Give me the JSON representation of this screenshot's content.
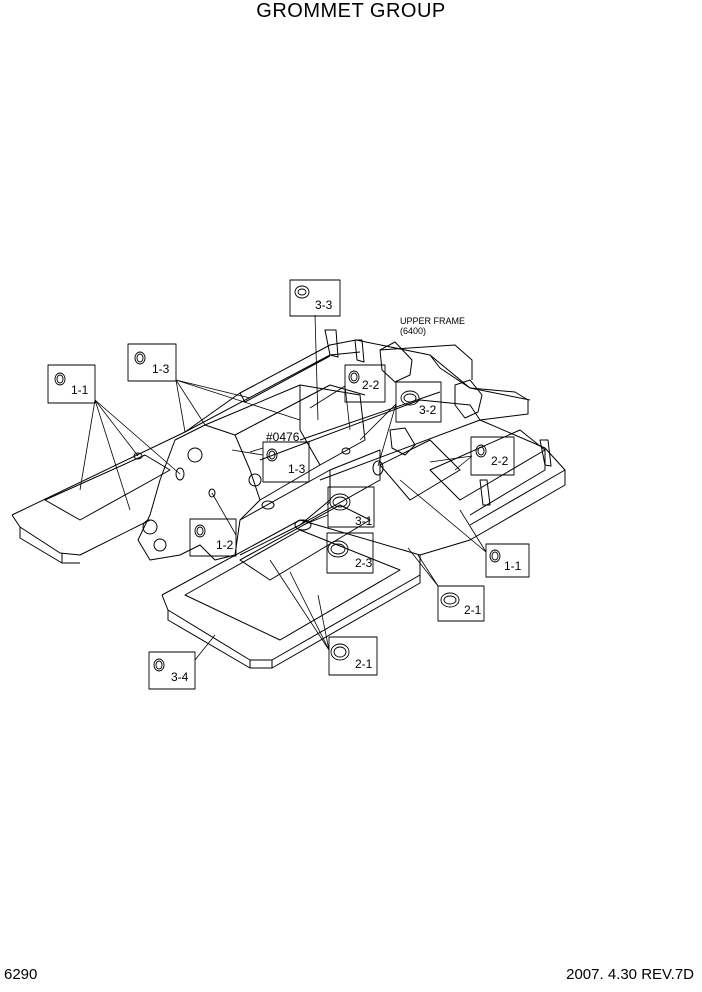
{
  "title": "GROMMET GROUP",
  "page_number": "6290",
  "revision": "2007. 4.30  REV.7D",
  "frame_label": {
    "line1": "UPPER FRAME",
    "line2": "(6400)"
  },
  "ref_number": "#0476",
  "callouts": [
    "3-3",
    "1-3",
    "1-1",
    "2-2",
    "3-2",
    "2-2",
    "1-3",
    "3-1",
    "1-2",
    "2-3",
    "1-1",
    "2-1",
    "2-1",
    "3-4"
  ]
}
